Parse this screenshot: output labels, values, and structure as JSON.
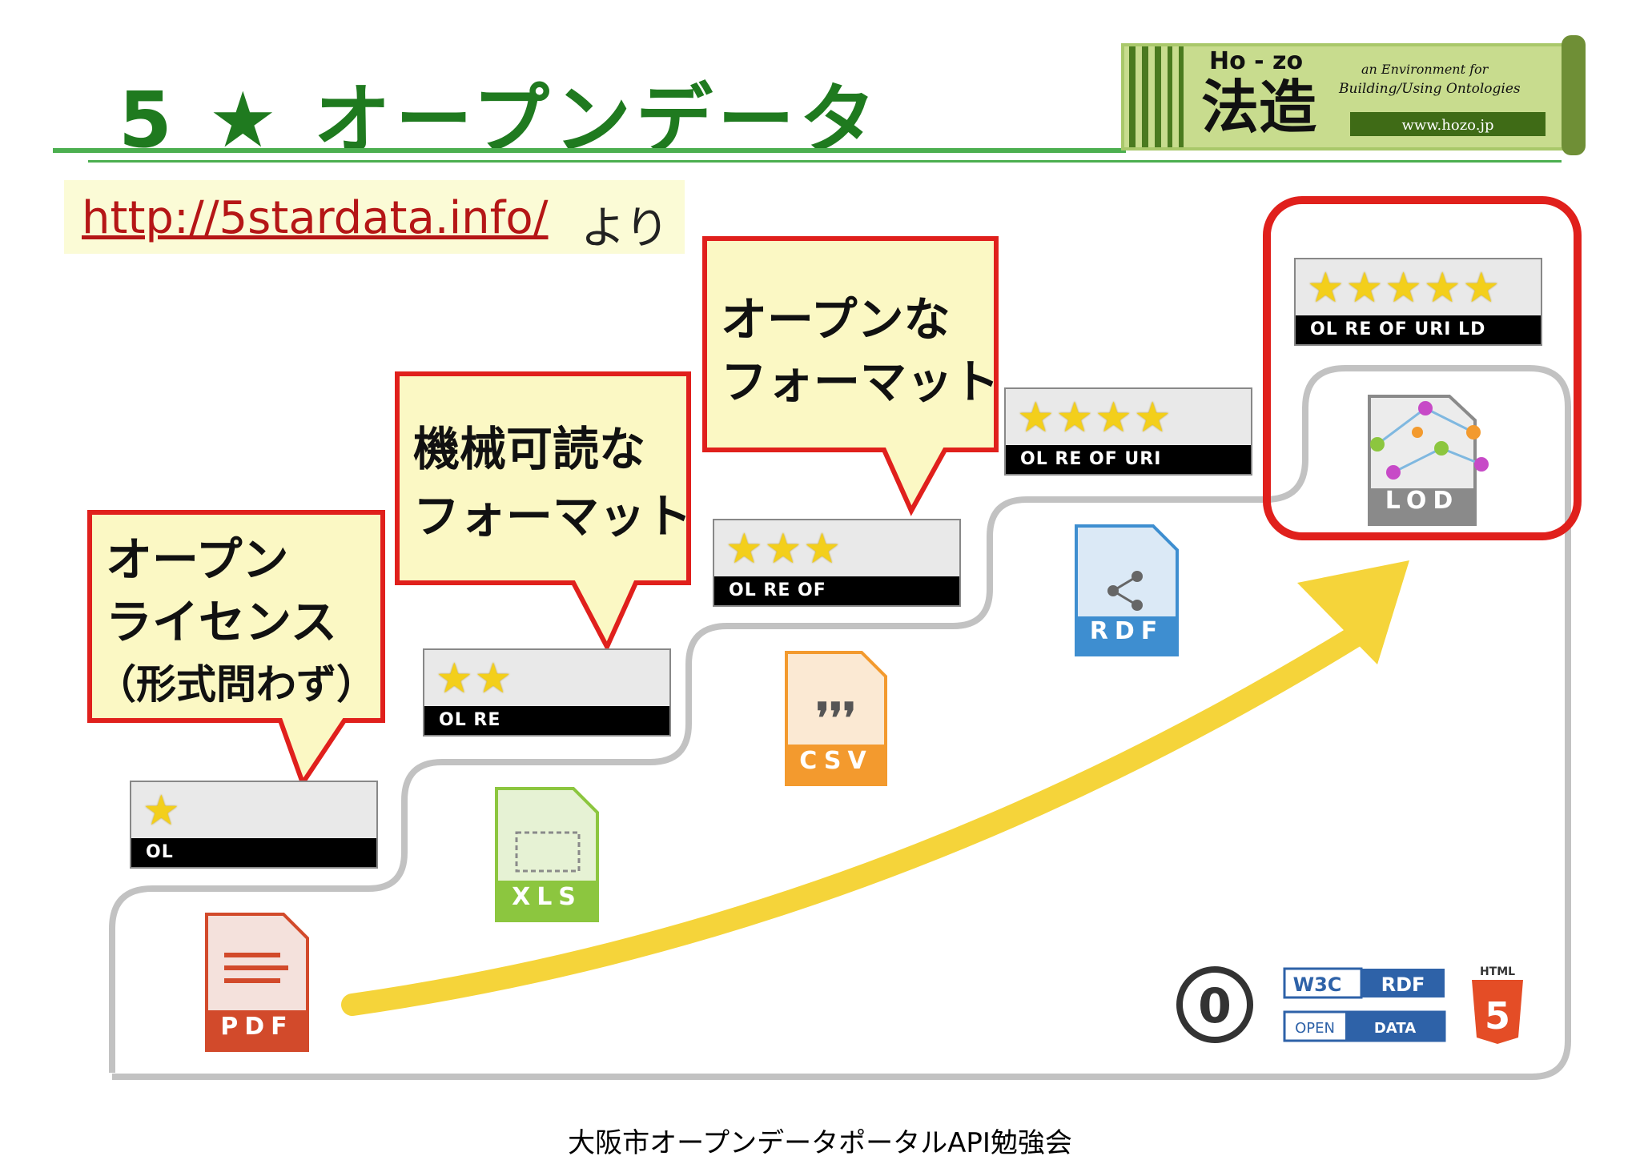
{
  "header": {
    "title": "5 ★ オープンデータ"
  },
  "logo": {
    "ho_zo": "Ho - zo",
    "kanji": "法造",
    "tagline1": "an Environment for",
    "tagline2": "Building/Using Ontologies",
    "url": "www.hozo.jp"
  },
  "source": {
    "link": "http://5stardata.info/",
    "suffix": "より"
  },
  "callouts": [
    {
      "lines": [
        "オープン",
        "ライセンス"
      ],
      "note": "（形式問わず）"
    },
    {
      "lines": [
        "機械可読な",
        "フォーマット"
      ]
    },
    {
      "lines": [
        "オープンな",
        "フォーマット"
      ]
    }
  ],
  "badges": [
    {
      "stars": "★",
      "labels": "OL"
    },
    {
      "stars": "★★",
      "labels": "OL   RE"
    },
    {
      "stars": "★★★",
      "labels": "OL   RE   OF"
    },
    {
      "stars": "★★★★",
      "labels": "OL   RE   OF   URI"
    },
    {
      "stars": "★★★★★",
      "labels": "OL   RE   OF   URI   LD"
    }
  ],
  "file_icons": [
    {
      "label": "PDF",
      "color": "#d24a2b"
    },
    {
      "label": "XLS",
      "color": "#8cc63f"
    },
    {
      "label": "CSV",
      "color": "#f39a2e"
    },
    {
      "label": "RDF",
      "color": "#3e8ed0"
    },
    {
      "label": "LOD",
      "color": "#8a8a8a"
    }
  ],
  "glyphs": {
    "quotes": "❜❜❜",
    "cc_zero": "0"
  },
  "logos_bottom": {
    "w3c": "W3C",
    "rdf": "RDF",
    "open": "OPEN",
    "data": "DATA",
    "html": "HTML",
    "five": "5"
  },
  "colors": {
    "title_green": "#1f7a1f",
    "callout_fill": "#fbf8c4",
    "callout_border": "#e0201c",
    "highlight_border": "#e0201c",
    "arrow": "#f5d43a"
  },
  "footer": {
    "text": "大阪市オープンデータポータルAPI勉強会"
  }
}
